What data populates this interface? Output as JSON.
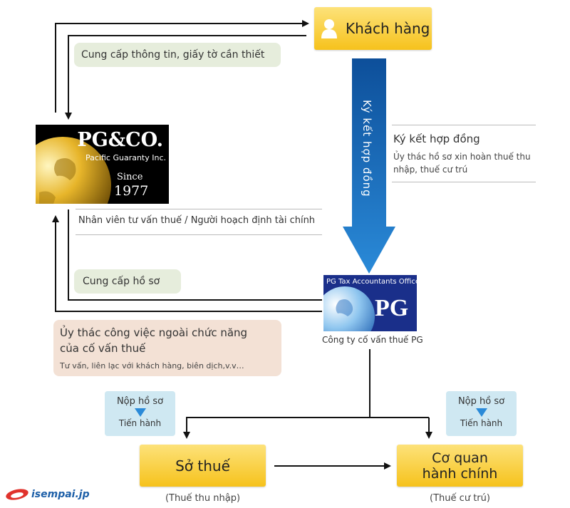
{
  "customer": {
    "label": "Khách hàng",
    "icon": "person-icon"
  },
  "notes": {
    "provide_info": "Cung cấp thông tin, giấy tờ cần thiết",
    "provide_docs": "Cung cấp hồ sơ"
  },
  "arrow_contract_label": "Ký kết hợp đồng",
  "contract": {
    "title": "Ký kết hợp đồng",
    "desc_line1": "Ủy thác hồ sơ xin hoàn thuế thu",
    "desc_line2": "nhập, thuế cư trú"
  },
  "pgco": {
    "brand_pg": "PG",
    "brand_amp": "&CO.",
    "subtitle": "Pacific Guaranty Inc.",
    "since_label": "Since",
    "since_year": "1977",
    "staff_caption": "Nhân viên tư vấn thuế / Người hoạch định tài chính"
  },
  "pg_tax": {
    "office_name": "PG Tax Accountants Office",
    "logo_text": "PG",
    "caption": "Công ty cố vấn thuế PG"
  },
  "outsource": {
    "title_line1": "Ủy thác công việc ngoài chức năng",
    "title_line2": "của cố vấn thuế",
    "detail": "Tư vấn, liên lạc với khách hàng, biên dịch,v.v…"
  },
  "submit_left": {
    "top": "Nộp hồ sơ",
    "bottom": "Tiến hành"
  },
  "submit_right": {
    "top": "Nộp hồ sơ",
    "bottom": "Tiến hành"
  },
  "tax_office": {
    "label": "Sở thuế",
    "caption": "(Thuế thu nhập)"
  },
  "admin_office": {
    "line1": "Cơ quan",
    "line2": "hành chính",
    "caption": "(Thuế cư trú)"
  },
  "watermark": {
    "text": "isempai.jp"
  },
  "colors": {
    "yellow": "#f6c21c",
    "blue_arrow": "#1f73c6",
    "green_note": "#e6eddc",
    "blue_note": "#cfe8f2",
    "tan_note": "#f3e1d5",
    "pg_navy": "#1a2f8a",
    "watermark_red": "#e0322c",
    "watermark_blue": "#1d5fa8"
  }
}
